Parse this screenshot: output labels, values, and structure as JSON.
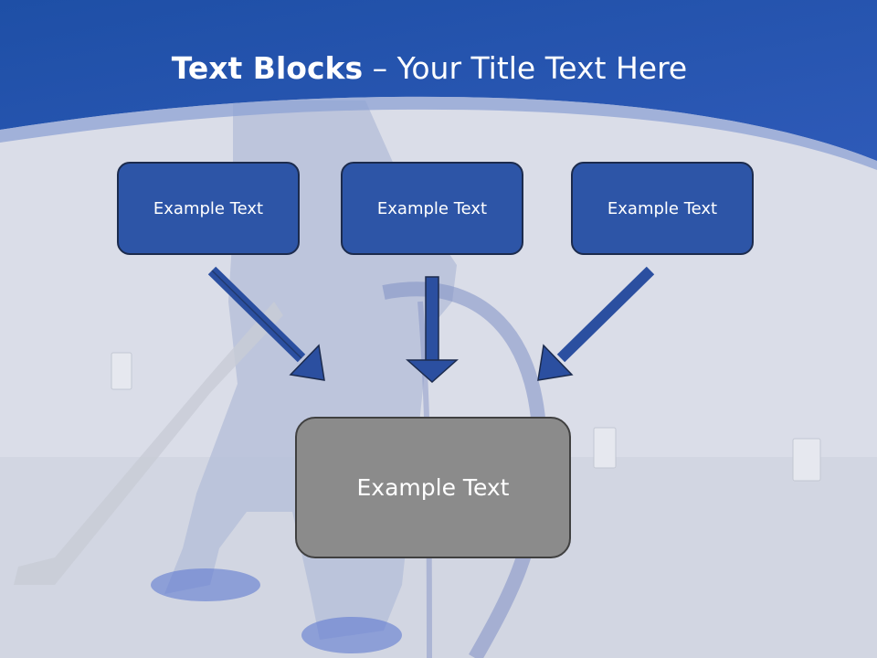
{
  "slide": {
    "title_bold": "Text Blocks",
    "title_dash": " – ",
    "title_rest": "Your Title Text Here"
  },
  "boxes": [
    {
      "label": "Example Text"
    },
    {
      "label": "Example Text"
    },
    {
      "label": "Example Text"
    }
  ],
  "target_box": {
    "label": "Example Text"
  },
  "colors": {
    "header_blue": "#2b55ad",
    "box_fill": "#2d55a7",
    "arrow_fill": "#2b4fa0",
    "target_fill": "#8b8b8b"
  }
}
